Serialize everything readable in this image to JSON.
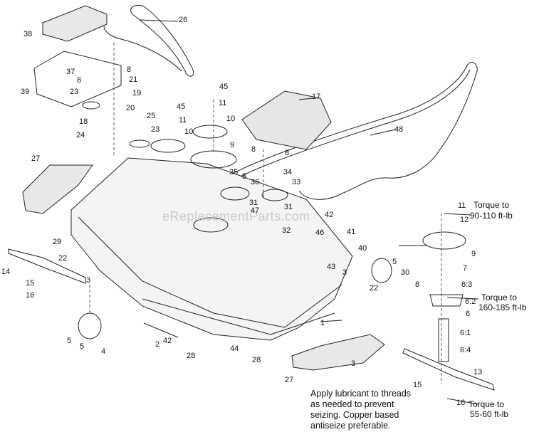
{
  "watermark": "eReplacementParts.com",
  "callouts": {
    "p1": "1",
    "p2": "2",
    "p3a": "3",
    "p3b": "3",
    "p3c": "3",
    "p4": "4",
    "p5a": "5",
    "p5b": "5",
    "p5c": "5",
    "p6": "6",
    "p6_1": "6:1",
    "p6_2": "6:2",
    "p6_3": "6:3",
    "p6_4": "6:4",
    "p7": "7",
    "p8a": "8",
    "p8b": "8",
    "p8c": "8",
    "p8d": "8",
    "p8e": "8",
    "p8f": "8",
    "p9a": "9",
    "p9b": "9",
    "p10a": "10",
    "p10b": "10",
    "p11a": "11",
    "p11b": "11",
    "p11c": "11",
    "p12": "12",
    "p13": "13",
    "p14": "14",
    "p15a": "15",
    "p15b": "15",
    "p16a": "16",
    "p16b": "16",
    "p17": "17",
    "p18": "18",
    "p19": "19",
    "p20": "20",
    "p21": "21",
    "p22a": "22",
    "p22b": "22",
    "p23a": "23",
    "p23b": "23",
    "p24": "24",
    "p25": "25",
    "p26": "26",
    "p27a": "27",
    "p27b": "27",
    "p28a": "28",
    "p28b": "28",
    "p29": "29",
    "p30": "30",
    "p31a": "31",
    "p31b": "31",
    "p32": "32",
    "p33": "33",
    "p34": "34",
    "p35": "35",
    "p36": "36",
    "p37": "37",
    "p38": "38",
    "p39": "39",
    "p40": "40",
    "p41": "41",
    "p42a": "42",
    "p42b": "42",
    "p43": "43",
    "p44": "44",
    "p45a": "45",
    "p45b": "45",
    "p46": "46",
    "p47": "47",
    "p48": "48"
  },
  "torque": {
    "spindle_nut_1": "Torque to",
    "spindle_nut_2": "90-110 ft-lb",
    "spindle_bolts_1": "Torque to",
    "spindle_bolts_2": "160-185 ft-lb",
    "blade_bolt_1": "Torque to",
    "blade_bolt_2": "55-60 ft-lb"
  },
  "note": {
    "line1": "Apply lubricant to threads",
    "line2": "as needed to prevent",
    "line3": "seizing. Copper based",
    "line4": "antiseize preferable."
  }
}
